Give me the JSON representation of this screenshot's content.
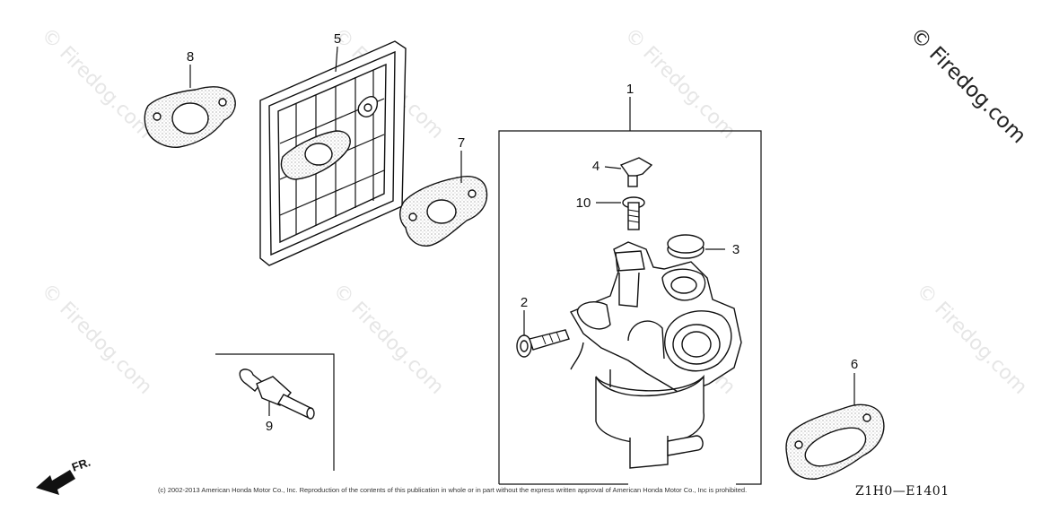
{
  "watermark": {
    "text": "Firedog.com",
    "symbol": "©"
  },
  "callouts": {
    "c1": "1",
    "c2": "2",
    "c3": "3",
    "c4": "4",
    "c5": "5",
    "c6": "6",
    "c7": "7",
    "c8": "8",
    "c9": "9",
    "c10": "10"
  },
  "direction_label": "FR.",
  "copyright": "(c) 2002-2013 American Honda Motor Co., Inc. Reproduction of the contents of this publication in whole or in part without the express written approval of American Honda Motor Co., Inc is prohibited.",
  "figure_code": "Z1H0—E1401"
}
